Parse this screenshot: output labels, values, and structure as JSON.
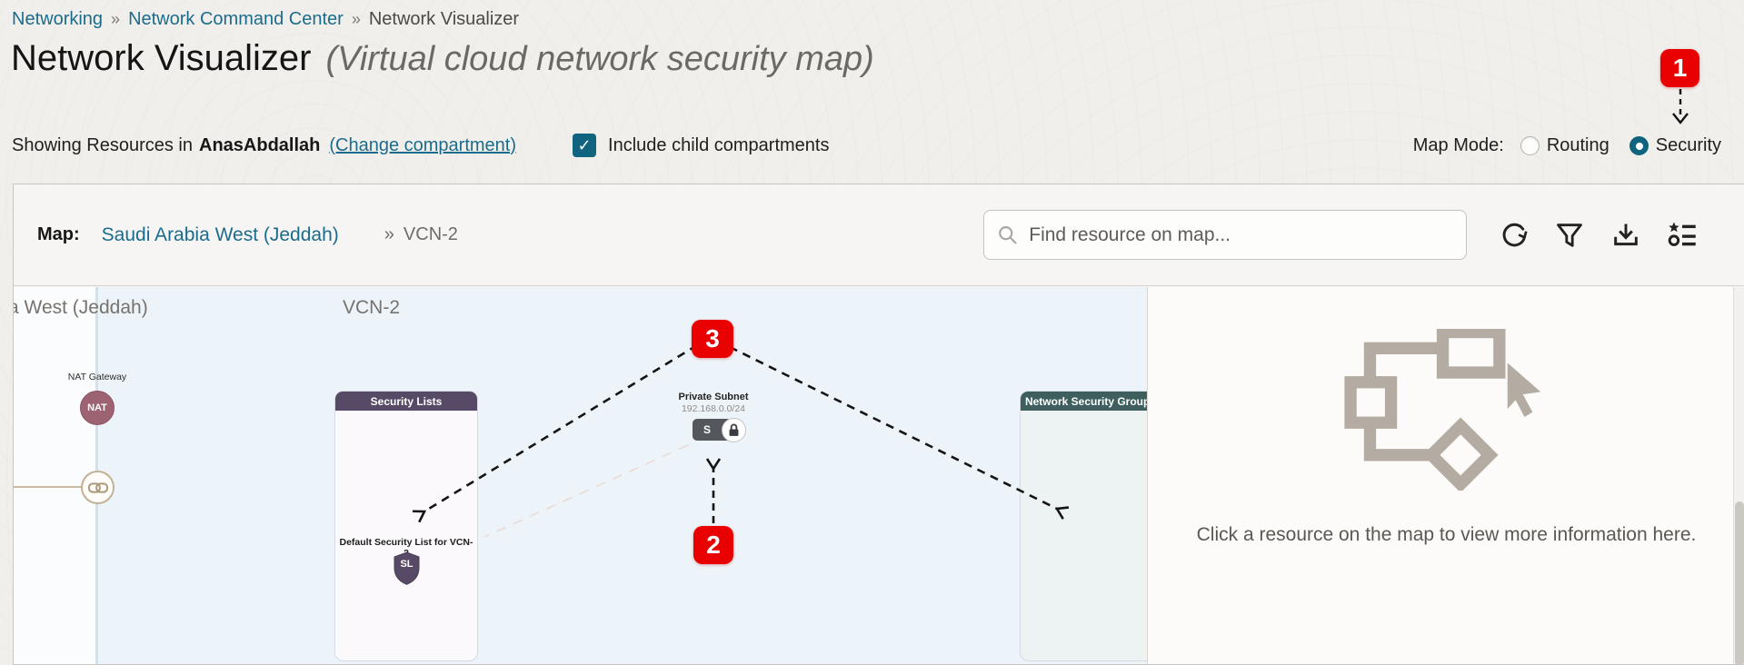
{
  "breadcrumb": {
    "separator": "»",
    "items": [
      {
        "label": "Networking"
      },
      {
        "label": "Network Command Center"
      },
      {
        "label": "Network Visualizer"
      }
    ]
  },
  "header": {
    "title": "Network Visualizer",
    "subtitle": "(Virtual cloud network security map)"
  },
  "compartment_bar": {
    "prefix": "Showing Resources in",
    "compartment": "AnasAbdallah",
    "change_link": "(Change compartment)",
    "include_label": "Include child compartments",
    "checkbox_checked": true,
    "check_glyph": "✓"
  },
  "map_mode": {
    "label": "Map Mode:",
    "options": [
      {
        "label": "Routing",
        "selected": false
      },
      {
        "label": "Security",
        "selected": true
      }
    ]
  },
  "toolbar": {
    "map_label": "Map:",
    "region_link": "Saudi Arabia West (Jeddah)",
    "separator": "»",
    "vcn_label": "VCN-2",
    "search_placeholder": "Find resource on map...",
    "icons": [
      "search-icon",
      "refresh-icon",
      "filter-icon",
      "download-icon",
      "legend-icon"
    ]
  },
  "annotations": {
    "badge1": "1",
    "badge2": "2",
    "badge3": "3"
  },
  "map": {
    "region_label": "a West (Jeddah)",
    "vcn_label": "VCN-2",
    "nat_gateway": {
      "label": "NAT Gateway",
      "badge": "NAT"
    },
    "link_node": {
      "icon": "chain-link-icon"
    },
    "security_lists": {
      "header": "Security Lists",
      "item": {
        "label": "Default Security List for VCN-2",
        "badge": "SL"
      }
    },
    "private_subnet": {
      "label": "Private Subnet",
      "cidr": "192.168.0.0/24",
      "badge": "S",
      "icon": "lock-icon"
    },
    "network_security_groups": {
      "header": "Network Security Groups"
    }
  },
  "details_panel": {
    "message": "Click a resource on the map to view more information here."
  },
  "colors": {
    "link_teal": "#1b6c8c",
    "control_teal": "#10647f",
    "badge_red": "#e90000",
    "security_purple": "#574a66",
    "nsg_teal": "#3f5e5e",
    "nat_maroon": "#9d6372",
    "subnet_gray": "#54575c",
    "placeholder_icon_gray": "#b4aca2"
  }
}
